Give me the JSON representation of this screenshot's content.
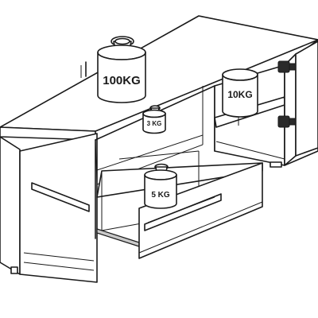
{
  "weights": {
    "top": "100KG",
    "right_shelf": "10KG",
    "middle_shelf": "3 KG",
    "drawer": "5 KG"
  }
}
